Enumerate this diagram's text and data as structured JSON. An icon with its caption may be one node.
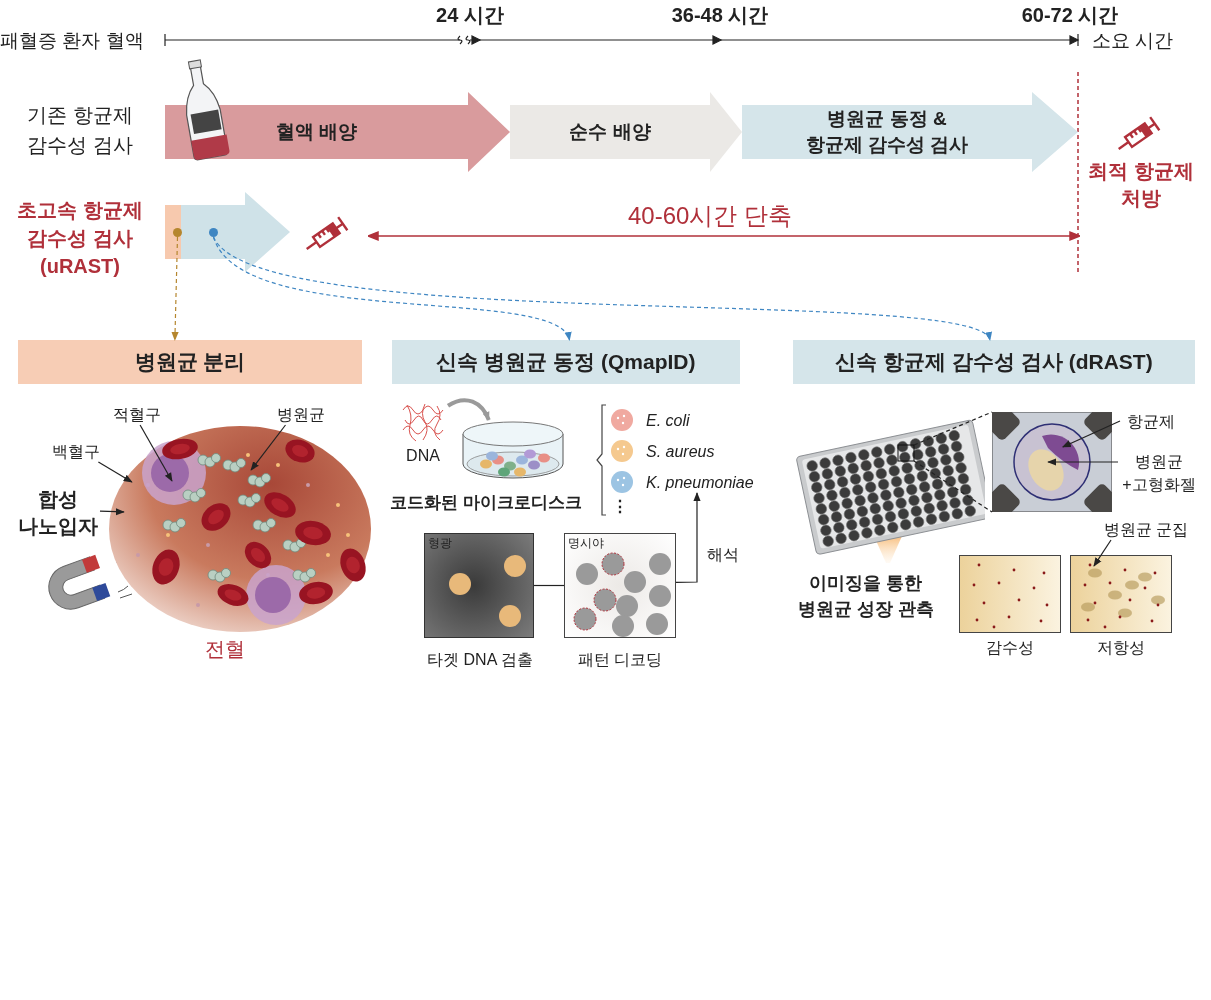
{
  "diagram": {
    "nodes": [
      {
        "text": [
          "혈액 배양"
        ],
        "beside": [
          "기존 항균제 감수성 검사"
        ]
      },
      {
        "text": [
          "순수 배양"
        ]
      },
      {
        "text": [
          "병원균 동정 & 항균제 감수성 검사"
        ]
      },
      {
        "text": [
          "최적 항균제 처방"
        ]
      },
      {
        "text": [],
        "shape": "arrow",
        "beside": [
          "초고속 항균제 감수성 검사 (uRAST)"
        ]
      },
      {
        "text": [],
        "shape": "circle",
        "in": 4
      },
      {
        "text": [],
        "shape": "circle",
        "in": 4
      },
      {
        "text": [
          "병원균 분리"
        ]
      },
      {
        "text": [
          "신속 병원균 동정 (QmapID)"
        ]
      },
      {
        "text": [
          "신속 항균제 감수성 검사 (dRAST)"
        ]
      },
      {
        "text": [
          "적혈구"
        ]
      },
      {
        "text": [
          "병원균"
        ]
      },
      {
        "text": [
          "백혈구"
        ]
      },
      {
        "text": [
          "합성 나노입자"
        ]
      },
      {
        "text": [],
        "shape": "picture",
        "beside": [
          "전혈"
        ]
      },
      {
        "text": [
          "DNA"
        ]
      },
      {
        "text": [],
        "shape": "picture",
        "beside": [
          "코드화된 마이크로디스크"
        ]
      },
      {
        "text": [
          "형광"
        ],
        "beside": [
          "타겟 DNA 검출"
        ]
      },
      {
        "text": [
          "명시야"
        ],
        "beside": [
          "패턴 디코딩"
        ]
      },
      {
        "text": [],
        "shape": "picture",
        "beside": [
          "이미징을 통한 병원균 성장 관측"
        ]
      },
      {
        "text": [],
        "shape": "picture"
      },
      {
        "text": [
          "항균제"
        ]
      },
      {
        "text": [
          "병원균 +고형화젤"
        ]
      },
      {
        "text": [
          "병원균 군집"
        ]
      },
      {
        "text": [],
        "shape": "picture",
        "beside": [
          "감수성"
        ]
      },
      {
        "text": [],
        "shape": "picture",
        "beside": [
          "저항성"
        ]
      },
      {
        "text": [
          "K. pneumoniae"
        ]
      }
    ],
    "edges": [
      {
        "from": 5,
        "to": 7,
        "arrow": "to",
        "style": "dashed",
        "color": "#b5862e"
      },
      {
        "from": 6,
        "to": 8,
        "arrow": "to",
        "style": "dashed",
        "color": "#3f86c2"
      },
      {
        "from": 6,
        "to": 9,
        "arrow": "to",
        "style": "dashed",
        "color": "#3f86c2"
      },
      {
        "from": 10,
        "to": 14,
        "arrow": "to"
      },
      {
        "from": 11,
        "to": 14,
        "arrow": "to"
      },
      {
        "from": 12,
        "to": 14,
        "arrow": "to"
      },
      {
        "from": 13,
        "to": 14,
        "arrow": "to"
      },
      {
        "from": 15,
        "to": 16,
        "arrow": "to",
        "style": "thick",
        "color": "#9a9a9a"
      },
      {
        "from": 17,
        "to": 18,
        "arrow": "none"
      },
      {
        "from": 18,
        "to": 26,
        "arrow": "to",
        "label": "해석"
      },
      {
        "from": 19,
        "to": 20,
        "arrow": "none",
        "style": "dashed"
      },
      {
        "from": 19,
        "to": 20,
        "arrow": "none",
        "style": "dashed"
      },
      {
        "from": 21,
        "to": 20,
        "arrow": "to"
      },
      {
        "from": 22,
        "to": 20,
        "arrow": "to"
      },
      {
        "from": 23,
        "to": 25,
        "arrow": "to"
      }
    ],
    "labels": [
      "패혈증 환자 혈액",
      "24 시간",
      "36-48 시간",
      "60-72 시간",
      "소요 시간",
      "40-60시간 단축",
      "E. coli",
      "S. aureus",
      "⋮"
    ]
  }
}
